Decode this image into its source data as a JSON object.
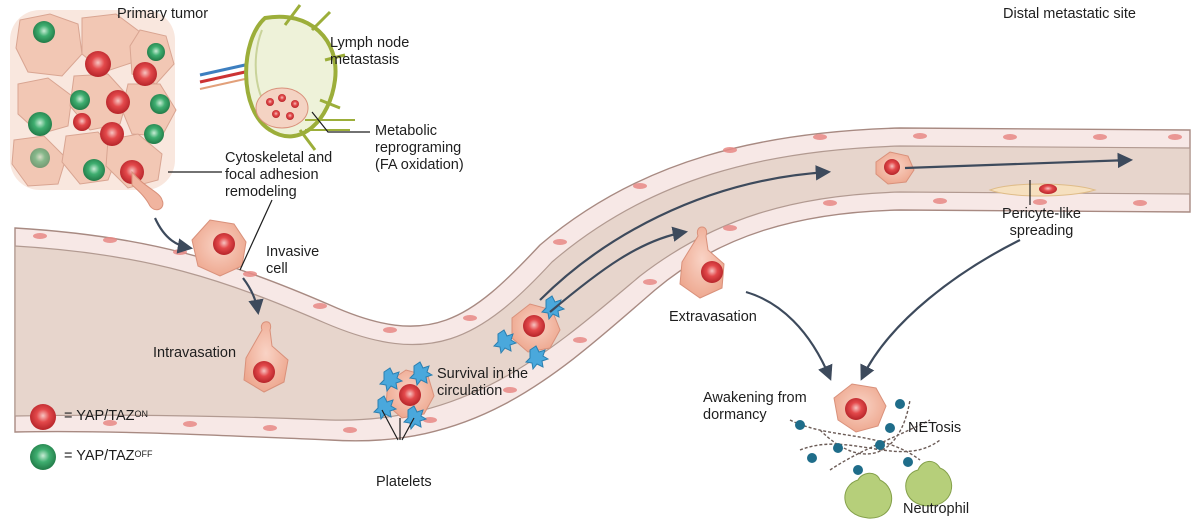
{
  "labels": {
    "primary_tumor": "Primary tumor",
    "distal_site": "Distal metastatic site",
    "lymph_line1": "Lymph node",
    "lymph_line2": "metastasis",
    "metabolic_line1": "Metabolic",
    "metabolic_line2": "reprograming",
    "metabolic_line3": "(FA oxidation)",
    "cyto_line1": "Cytoskeletal and",
    "cyto_line2": "focal adhesion",
    "cyto_line3": "remodeling",
    "invasive_line1": "Invasive",
    "invasive_line2": "cell",
    "intravasation": "Intravasation",
    "survival_line1": "Survival in the",
    "survival_line2": "circulation",
    "platelets": "Platelets",
    "extravasation": "Extravasation",
    "pericyte_line1": "Pericyte-like",
    "pericyte_line2": "spreading",
    "awakening_line1": "Awakening from",
    "awakening_line2": "dormancy",
    "netosis": "NETosis",
    "neutrophil": "Neutrophil"
  },
  "legend": {
    "on_prefix": "= YAP/TAZ",
    "on_sup": "ON",
    "off_prefix": "= YAP/TAZ",
    "off_sup": "OFF"
  },
  "colors": {
    "yap_on": "#d8383c",
    "yap_off": "#3aa56a",
    "vessel_lumen": "#e6d4cb",
    "endothelium": "#f9ecea",
    "tumor_cell": "#f0b49f",
    "platelet": "#4aa8dc",
    "neutrophil": "#a4c05a",
    "arrow": "#3d4a5c"
  }
}
